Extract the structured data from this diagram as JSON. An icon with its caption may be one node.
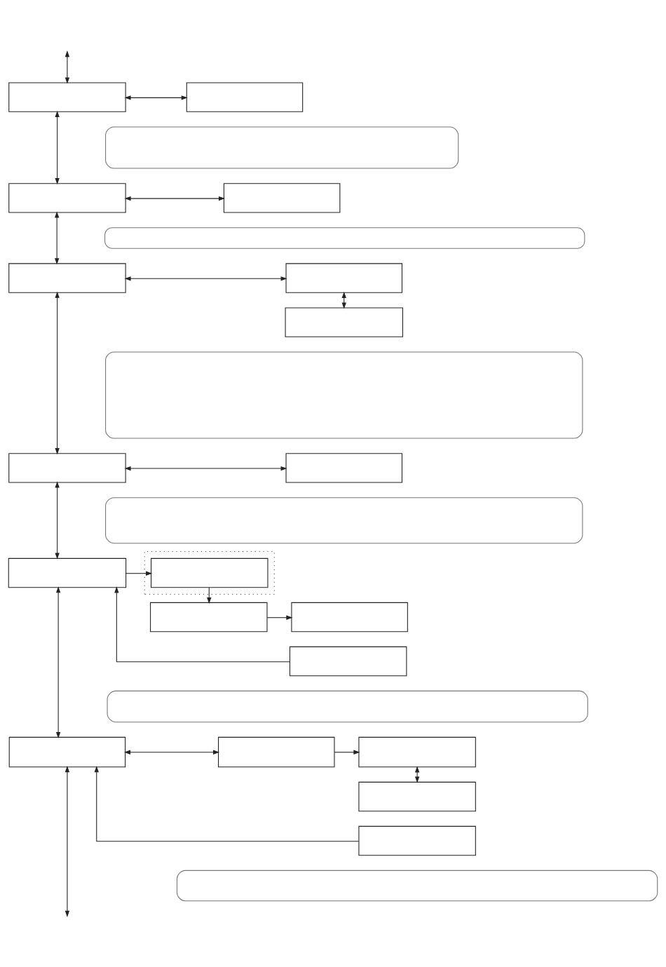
{
  "diagram": {
    "nodes": [
      {
        "text": [],
        "shape": "box"
      },
      {
        "text": [],
        "shape": "box"
      },
      {
        "text": [],
        "shape": "band"
      },
      {
        "text": [],
        "shape": "box"
      },
      {
        "text": [],
        "shape": "box"
      },
      {
        "text": [],
        "shape": "band"
      },
      {
        "text": [],
        "shape": "box"
      },
      {
        "text": [],
        "shape": "box"
      },
      {
        "text": [],
        "shape": "box"
      },
      {
        "text": [],
        "shape": "band"
      },
      {
        "text": [],
        "shape": "box"
      },
      {
        "text": [],
        "shape": "box"
      },
      {
        "text": [],
        "shape": "band"
      },
      {
        "text": [],
        "shape": "box"
      },
      {
        "text": [],
        "shape": "box"
      },
      {
        "text": [],
        "shape": "box",
        "in": 14
      },
      {
        "text": [],
        "shape": "box"
      },
      {
        "text": [],
        "shape": "box"
      },
      {
        "text": [],
        "shape": "box"
      },
      {
        "text": [],
        "shape": "band"
      },
      {
        "text": [],
        "shape": "box"
      },
      {
        "text": [],
        "shape": "box"
      },
      {
        "text": [],
        "shape": "box"
      },
      {
        "text": [],
        "shape": "box"
      },
      {
        "text": [],
        "shape": "box"
      },
      {
        "text": [],
        "shape": "band"
      }
    ],
    "edges": [
      {
        "from": null,
        "to": 0,
        "arrow": "both"
      },
      {
        "from": 0,
        "to": 1,
        "arrow": "both"
      },
      {
        "from": 0,
        "to": 3,
        "arrow": "both"
      },
      {
        "from": 3,
        "to": 4,
        "arrow": "both"
      },
      {
        "from": 3,
        "to": 6,
        "arrow": "both"
      },
      {
        "from": 6,
        "to": 7,
        "arrow": "both"
      },
      {
        "from": 7,
        "to": 8,
        "arrow": "both"
      },
      {
        "from": 6,
        "to": 10,
        "arrow": "both"
      },
      {
        "from": 10,
        "to": 11,
        "arrow": "both"
      },
      {
        "from": 10,
        "to": 13,
        "arrow": "both"
      },
      {
        "from": 13,
        "to": 15,
        "arrow": "to"
      },
      {
        "from": 15,
        "to": 16,
        "arrow": "to"
      },
      {
        "from": 16,
        "to": 17,
        "arrow": "to"
      },
      {
        "from": 18,
        "to": 13,
        "arrow": "to"
      },
      {
        "from": 13,
        "to": 20,
        "arrow": "both"
      },
      {
        "from": 20,
        "to": 21,
        "arrow": "both"
      },
      {
        "from": 21,
        "to": 22,
        "arrow": "to"
      },
      {
        "from": 22,
        "to": 23,
        "arrow": "both"
      },
      {
        "from": 24,
        "to": 20,
        "arrow": "to"
      },
      {
        "from": 20,
        "to": null,
        "arrow": "both"
      }
    ]
  }
}
